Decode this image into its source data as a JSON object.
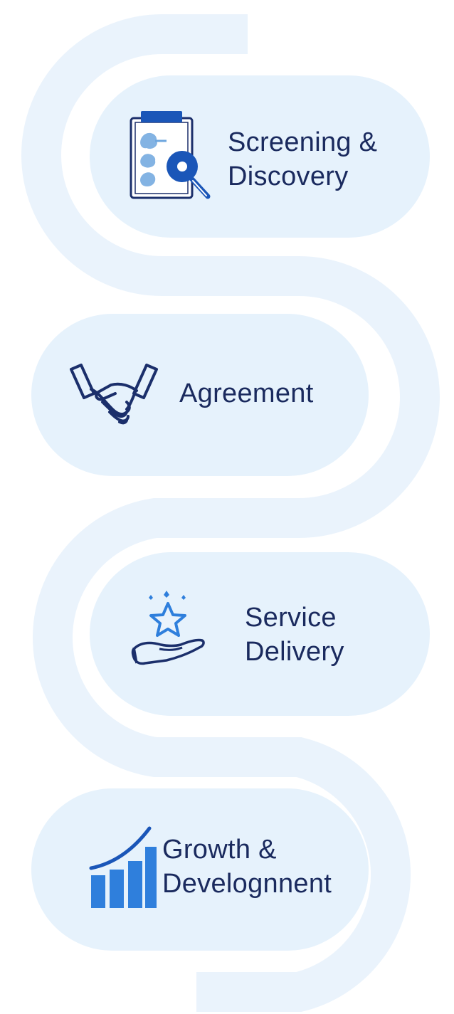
{
  "diagram": {
    "colors": {
      "path": "#e9f3fc",
      "card": "#e6f2fc",
      "text": "#1a2a5e",
      "icon_primary": "#1a56b8",
      "icon_accent": "#2f7fdc",
      "icon_dark": "#1b2f6b"
    },
    "stages": [
      {
        "label": "Screening &\nDiscovery",
        "icon": "clipboard-search-icon"
      },
      {
        "label": "Agreement",
        "icon": "handshake-icon"
      },
      {
        "label": "Service\nDelivery",
        "icon": "hand-star-icon"
      },
      {
        "label": "Growth &\nDevelognnent",
        "icon": "growth-chart-icon"
      }
    ]
  }
}
